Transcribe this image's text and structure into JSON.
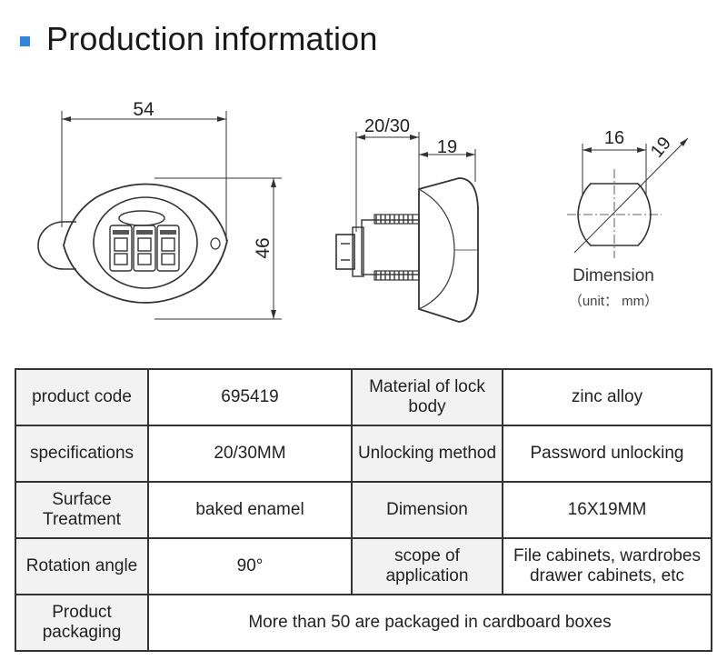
{
  "header": {
    "title": "Production information"
  },
  "drawings": {
    "front_width": "54",
    "front_height": "46",
    "side_length_1": "20/30",
    "side_length_2": "19",
    "section_width": "16",
    "section_diagonal": "19",
    "caption_title": "Dimension",
    "caption_unit": "（unit： mm）"
  },
  "specs": {
    "rows": [
      [
        {
          "label": "product code",
          "value": "695419"
        },
        {
          "label": "Material of lock body",
          "value": "zinc alloy"
        }
      ],
      [
        {
          "label": "specifications",
          "value": "20/30MM"
        },
        {
          "label": "Unlocking method",
          "value": "Password unlocking"
        }
      ],
      [
        {
          "label": "Surface Treatment",
          "value": "baked enamel"
        },
        {
          "label": "Dimension",
          "value": "16X19MM"
        }
      ],
      [
        {
          "label": "Rotation angle",
          "value": "90°"
        },
        {
          "label": "scope of application",
          "value": "File cabinets, wardrobes drawer cabinets, etc"
        }
      ]
    ],
    "packaging": {
      "label": "Product packaging",
      "value": "More than 50 are packaged in cardboard boxes"
    }
  }
}
